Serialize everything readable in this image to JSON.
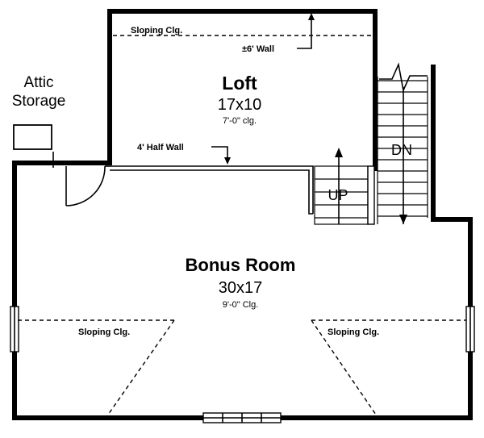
{
  "labels": {
    "attic_storage_line1": "Attic",
    "attic_storage_line2": "Storage",
    "loft_name": "Loft",
    "loft_size": "17x10",
    "loft_ceiling": "7'-0\" clg.",
    "loft_sloping_ceiling": "Sloping Clg.",
    "loft_wall_note": "±6' Wall",
    "half_wall_note": "4' Half Wall",
    "up_label": "UP",
    "down_label": "DN",
    "bonus_name": "Bonus Room",
    "bonus_size": "30x17",
    "bonus_ceiling": "9'-0\" Clg.",
    "bonus_sloping_left": "Sloping Clg.",
    "bonus_sloping_right": "Sloping Clg."
  }
}
